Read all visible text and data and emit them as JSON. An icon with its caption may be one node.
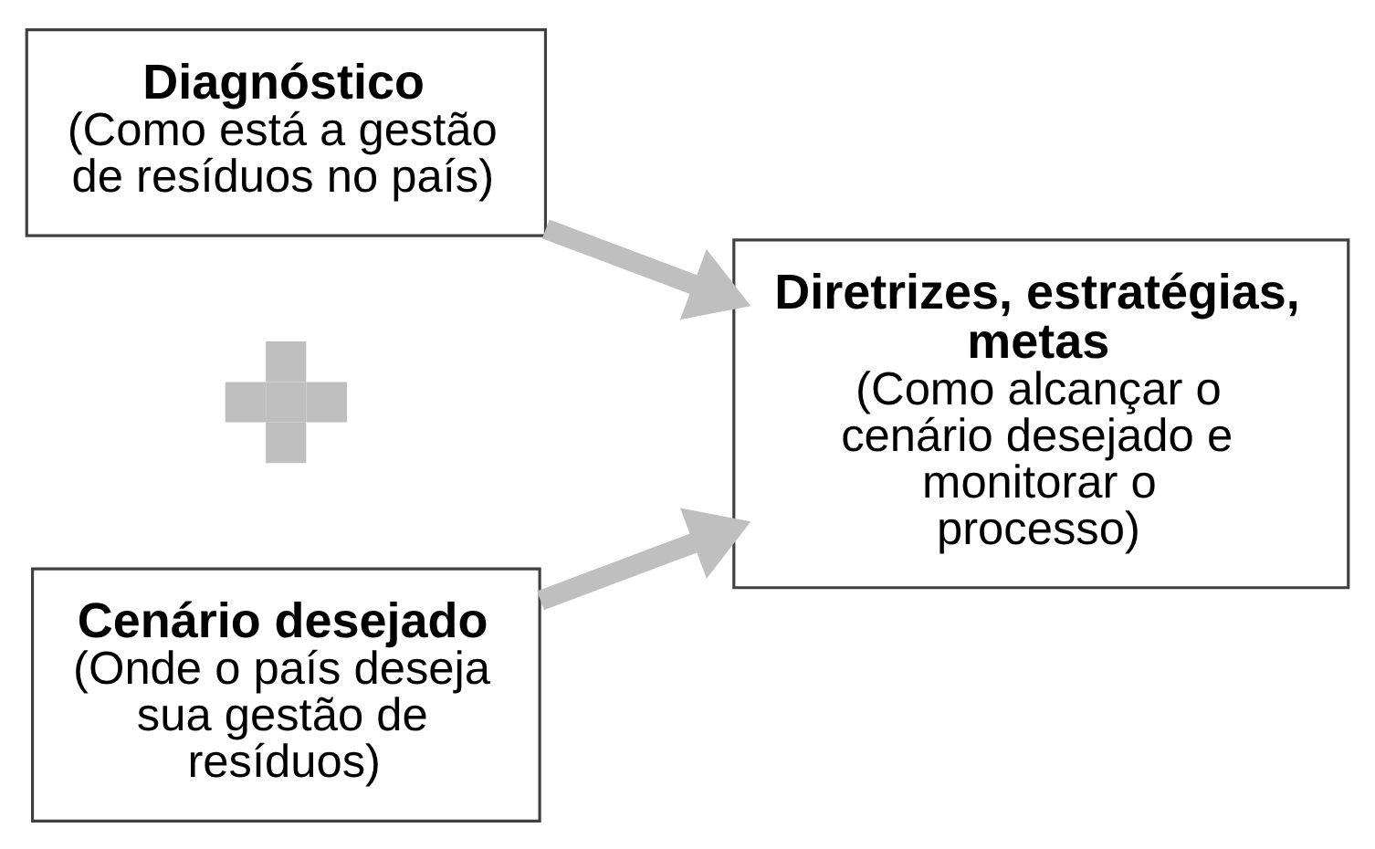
{
  "diagram": {
    "nodes": [
      {
        "text": [
          "Diagnóstico",
          "(Como está a gestão de resíduos no país)"
        ]
      },
      {
        "text": [],
        "shape": "plus"
      },
      {
        "text": [
          "Cenário desejado",
          "(Onde o país deseja sua gestão de resíduos)"
        ]
      },
      {
        "text": [
          "Diretrizes, estratégias, metas",
          "(Como alcançar o cenário desejado e monitorar o processo)"
        ]
      }
    ],
    "edges": [
      {
        "from": 0,
        "to": 3,
        "arrow": "to"
      },
      {
        "from": 2,
        "to": 3,
        "arrow": "to"
      }
    ]
  }
}
